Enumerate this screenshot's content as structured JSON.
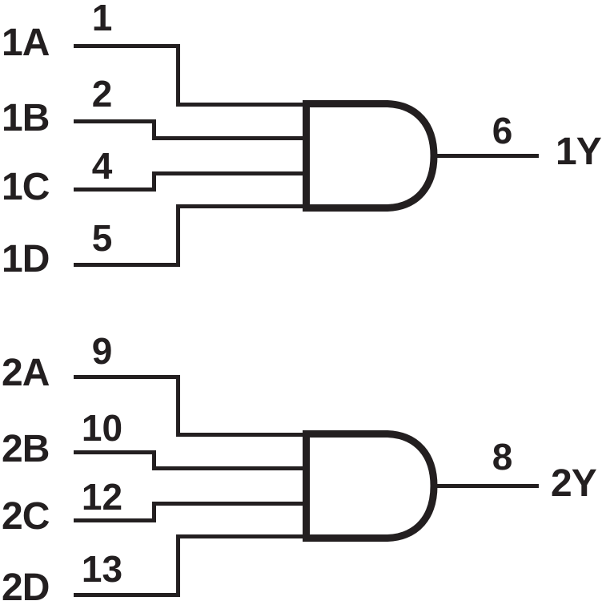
{
  "figure": {
    "type": "logic-diagram",
    "gate_symbol": "AND",
    "colors": {
      "ink": "#231f20",
      "background": "#ffffff"
    }
  },
  "gates": [
    {
      "inputs": [
        {
          "label": "1A",
          "pin": "1"
        },
        {
          "label": "1B",
          "pin": "2"
        },
        {
          "label": "1C",
          "pin": "4"
        },
        {
          "label": "1D",
          "pin": "5"
        }
      ],
      "output": {
        "label": "1Y",
        "pin": "6"
      }
    },
    {
      "inputs": [
        {
          "label": "2A",
          "pin": "9"
        },
        {
          "label": "2B",
          "pin": "10"
        },
        {
          "label": "2C",
          "pin": "12"
        },
        {
          "label": "2D",
          "pin": "13"
        }
      ],
      "output": {
        "label": "2Y",
        "pin": "8"
      }
    }
  ]
}
